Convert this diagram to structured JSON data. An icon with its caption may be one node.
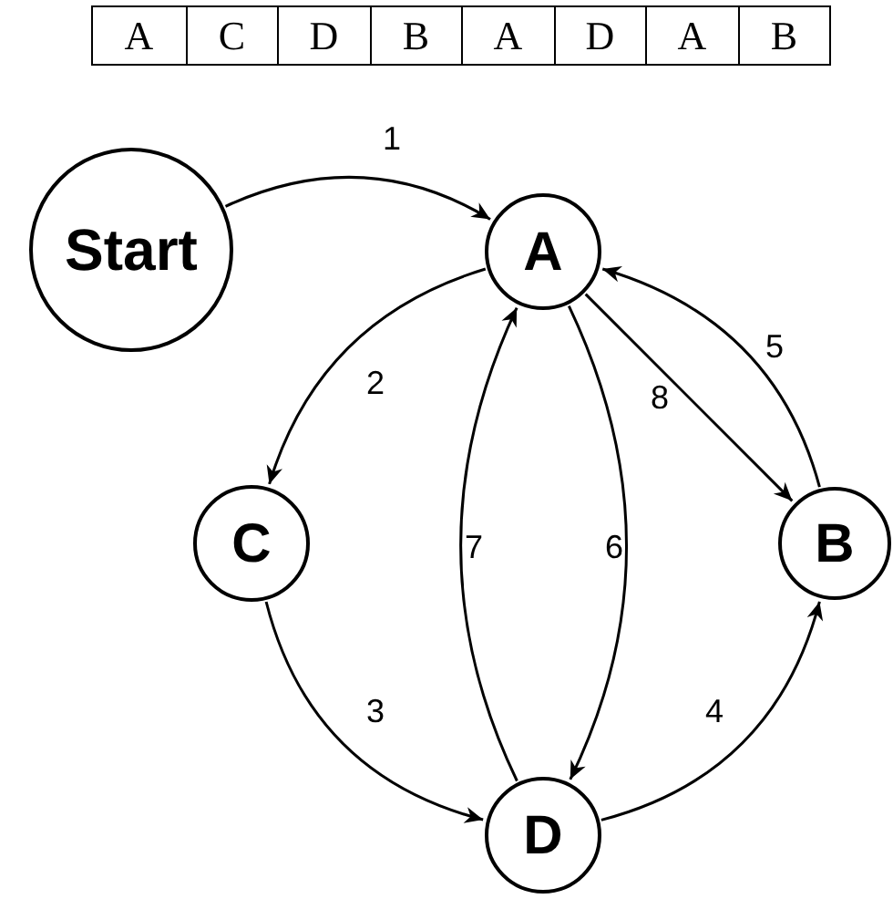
{
  "diagram": {
    "nodes": [
      {
        "text": [
          "Start"
        ]
      },
      {
        "text": [
          "A"
        ]
      },
      {
        "text": [
          "C"
        ]
      },
      {
        "text": [
          "B"
        ]
      },
      {
        "text": [
          "D"
        ]
      }
    ],
    "edges": [
      {
        "from": 0,
        "to": 1,
        "arrow": "to",
        "label": "1"
      },
      {
        "from": 1,
        "to": 2,
        "arrow": "to",
        "label": "2"
      },
      {
        "from": 2,
        "to": 4,
        "arrow": "to",
        "label": "3"
      },
      {
        "from": 4,
        "to": 3,
        "arrow": "to",
        "label": "4"
      },
      {
        "from": 3,
        "to": 1,
        "arrow": "to",
        "label": "5"
      },
      {
        "from": 1,
        "to": 4,
        "arrow": "to",
        "label": "6"
      },
      {
        "from": 4,
        "to": 1,
        "arrow": "to",
        "label": "7"
      },
      {
        "from": 1,
        "to": 3,
        "arrow": "to",
        "label": "8"
      }
    ],
    "labels": [
      "A",
      "C",
      "D",
      "B",
      "A",
      "D",
      "A",
      "B"
    ]
  }
}
